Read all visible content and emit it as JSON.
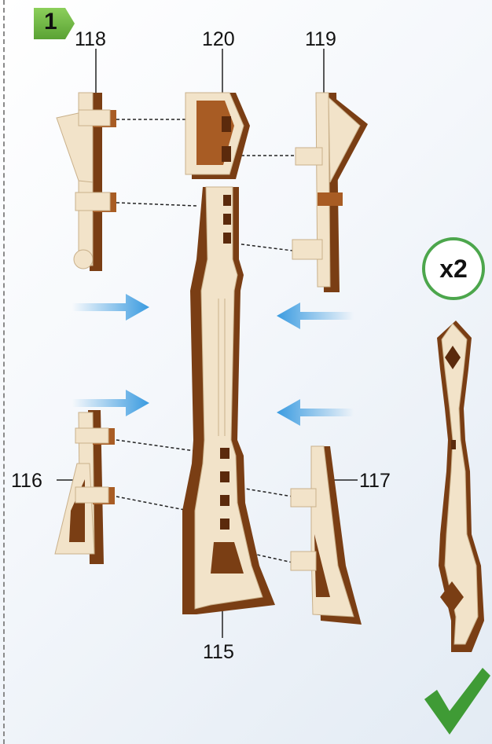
{
  "step": {
    "number": "1"
  },
  "parts": {
    "p115": "115",
    "p116": "116",
    "p117": "117",
    "p118": "118",
    "p119": "119",
    "p120": "120"
  },
  "quantity": "x2",
  "icons": {
    "step_badge": "green-step-arrow",
    "done": "green-checkmark-icon",
    "assembly_arrows": "blue-arrow-icon"
  },
  "colors": {
    "wood_light": "#f2e3c9",
    "wood_dark": "#7a3e14",
    "wood_mid": "#a85c24",
    "arrow_blue": "#3a9be0",
    "badge_green": "#6cb33f",
    "check_green": "#3f9b35"
  }
}
